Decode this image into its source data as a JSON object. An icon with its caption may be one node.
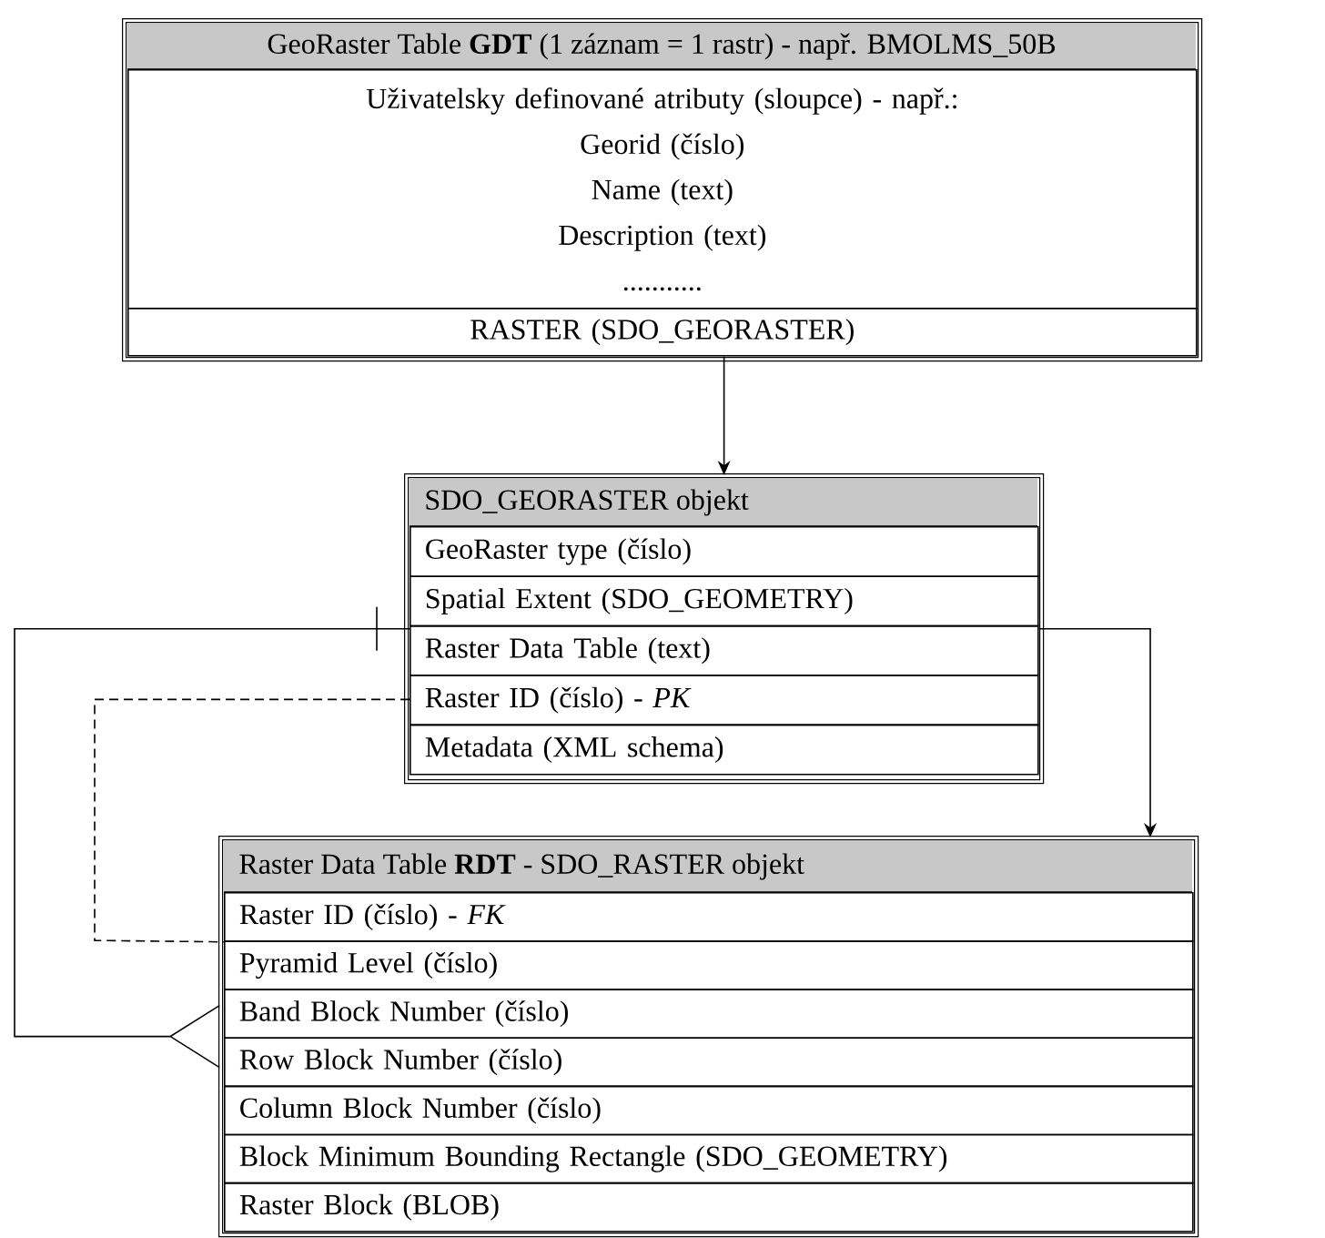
{
  "diagram": {
    "nodes": [
      {
        "text": [
          "GeoRaster Table **GDT** (1 záznam = 1 rastr) - např. BMOLMS_50B"
        ]
      },
      {
        "text": [
          "Uživatelsky definované atributy (sloupce) - např.:",
          "Georid (číslo)",
          "Name (text)",
          "Description (text)",
          "..........."
        ],
        "in": 0
      },
      {
        "text": [
          "RASTER (SDO_GEORASTER)"
        ],
        "in": 0
      },
      {
        "text": [
          "SDO_GEORASTER objekt"
        ]
      },
      {
        "text": [
          "GeoRaster type (číslo)"
        ],
        "in": 3
      },
      {
        "text": [
          "Spatial Extent  (SDO_GEOMETRY)"
        ],
        "in": 3
      },
      {
        "text": [
          "Raster Data Table (text)"
        ],
        "in": 3
      },
      {
        "text": [
          "Raster ID (číslo) - *PK*"
        ],
        "in": 3
      },
      {
        "text": [
          "Metadata (XML schema)"
        ],
        "in": 3
      },
      {
        "text": [
          "Raster Data Table **RDT** - SDO_RASTER objekt"
        ]
      },
      {
        "text": [
          "Raster ID (číslo) - *FK*"
        ],
        "in": 9
      },
      {
        "text": [
          "Pyramid Level (číslo)"
        ],
        "in": 9
      },
      {
        "text": [
          "Band Block Number (číslo)"
        ],
        "in": 9
      },
      {
        "text": [
          "Row Block Number (číslo)"
        ],
        "in": 9
      },
      {
        "text": [
          "Column Block Number (číslo)"
        ],
        "in": 9
      },
      {
        "text": [
          "Block Minimum Bounding Rectangle (SDO_GEOMETRY)"
        ],
        "in": 9
      },
      {
        "text": [
          "Raster Block (BLOB)"
        ],
        "in": 9
      }
    ],
    "edges": [
      {
        "from": 2,
        "to": 3,
        "arrow": "to"
      },
      {
        "from": 6,
        "to": 9,
        "arrow": "to"
      },
      {
        "from": 6,
        "to": 9,
        "arrow": "other"
      },
      {
        "from": 7,
        "to": 10,
        "arrow": "none",
        "style": "dashed"
      }
    ]
  }
}
